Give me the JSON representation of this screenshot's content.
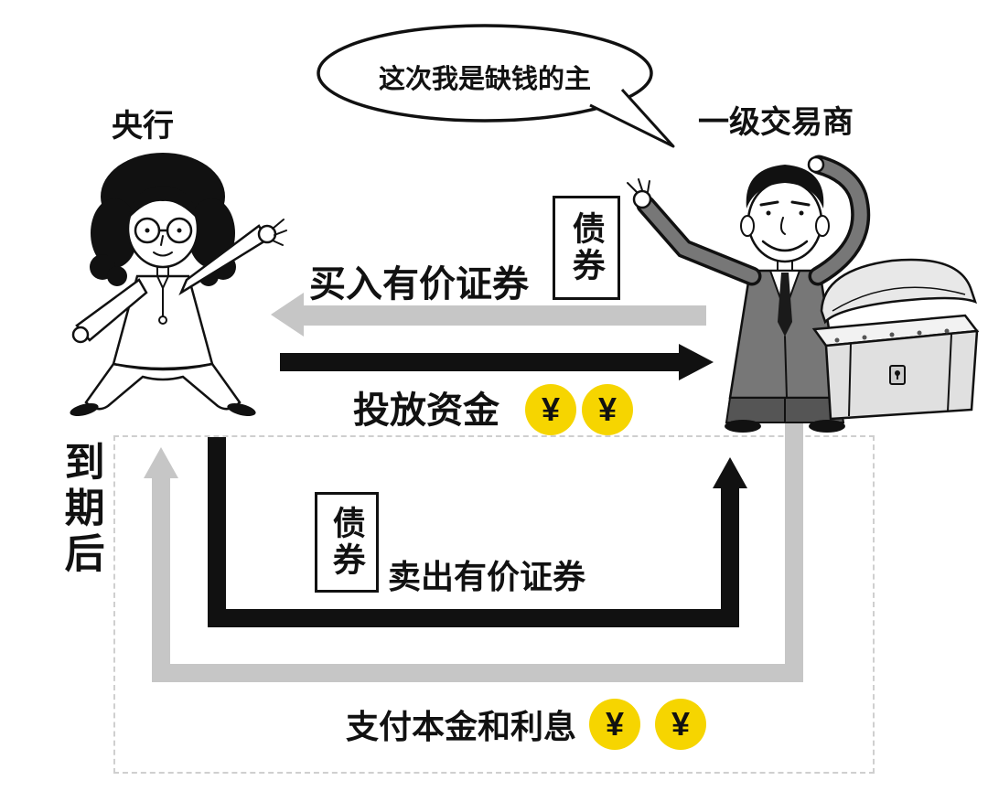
{
  "actors": {
    "central_bank": "央行",
    "primary_dealer": "一级交易商"
  },
  "speech_bubble": {
    "text": "这次我是缺钱的主"
  },
  "initial_transaction": {
    "securities_flow_label": "买入有价证券",
    "bond_tag": "债券",
    "funds_flow_label": "投放资金"
  },
  "maturity_transaction": {
    "section_label": "到期后",
    "bond_tag": "债券",
    "securities_flow_label": "卖出有价证券",
    "funds_flow_label": "支付本金和利息"
  },
  "symbols": {
    "yuan": "¥"
  },
  "colors": {
    "ink": "#111111",
    "arrow_gray": "#c6c6c6",
    "coin_yellow": "#f6d500",
    "dashed_border": "#cfcfcf",
    "background": "#ffffff"
  }
}
